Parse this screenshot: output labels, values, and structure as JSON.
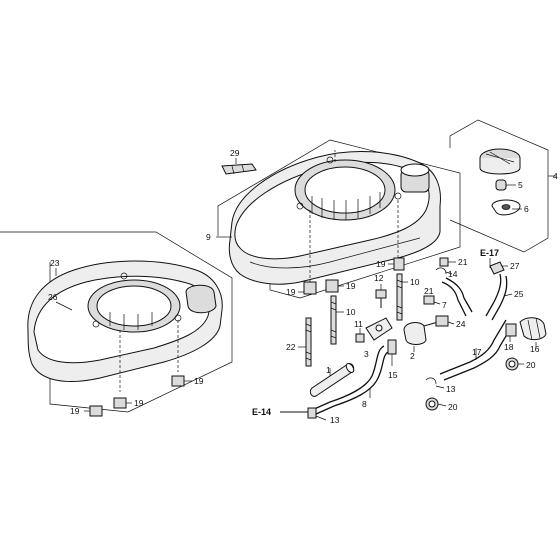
{
  "diagram": {
    "callouts": [
      {
        "id": "c1",
        "text": "1"
      },
      {
        "id": "c2",
        "text": "2"
      },
      {
        "id": "c3",
        "text": "3"
      },
      {
        "id": "c4",
        "text": "4"
      },
      {
        "id": "c5",
        "text": "5"
      },
      {
        "id": "c6",
        "text": "6"
      },
      {
        "id": "c7",
        "text": "7"
      },
      {
        "id": "c8",
        "text": "8"
      },
      {
        "id": "c9",
        "text": "9"
      },
      {
        "id": "c10a",
        "text": "10"
      },
      {
        "id": "c10b",
        "text": "10"
      },
      {
        "id": "c11",
        "text": "11"
      },
      {
        "id": "c12",
        "text": "12"
      },
      {
        "id": "c13a",
        "text": "13"
      },
      {
        "id": "c13b",
        "text": "13"
      },
      {
        "id": "c14",
        "text": "14"
      },
      {
        "id": "c15",
        "text": "15"
      },
      {
        "id": "c16",
        "text": "16"
      },
      {
        "id": "c17",
        "text": "17"
      },
      {
        "id": "c18",
        "text": "18"
      },
      {
        "id": "c19a",
        "text": "19"
      },
      {
        "id": "c19b",
        "text": "19"
      },
      {
        "id": "c19c",
        "text": "19"
      },
      {
        "id": "c19d",
        "text": "19"
      },
      {
        "id": "c19e",
        "text": "19"
      },
      {
        "id": "c19f",
        "text": "19"
      },
      {
        "id": "c20a",
        "text": "20"
      },
      {
        "id": "c20b",
        "text": "20"
      },
      {
        "id": "c21a",
        "text": "21"
      },
      {
        "id": "c21b",
        "text": "21"
      },
      {
        "id": "c22",
        "text": "22"
      },
      {
        "id": "c23",
        "text": "23"
      },
      {
        "id": "c24",
        "text": "24"
      },
      {
        "id": "c25",
        "text": "25"
      },
      {
        "id": "c26",
        "text": "26"
      },
      {
        "id": "c27",
        "text": "27"
      },
      {
        "id": "c29",
        "text": "29"
      }
    ],
    "references": [
      {
        "id": "e17",
        "text": "E-17"
      },
      {
        "id": "e14",
        "text": "E-14"
      }
    ]
  }
}
